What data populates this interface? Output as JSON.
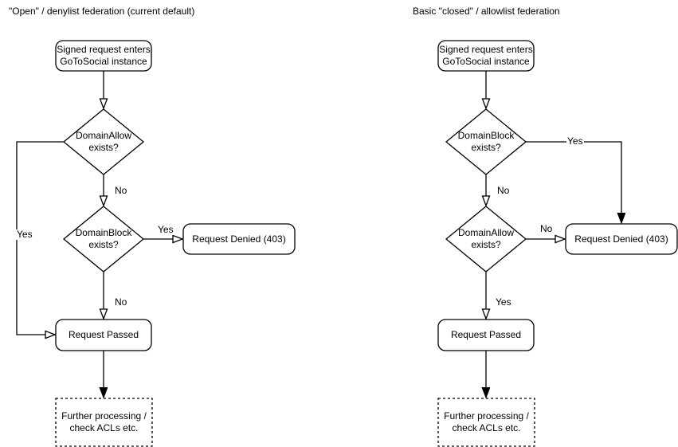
{
  "diagram": {
    "left": {
      "title": "\"Open\" / denylist federation (current default)",
      "start": {
        "line1": "Signed request enters",
        "line2": "GoToSocial instance"
      },
      "decision1": {
        "line1": "DomainAllow",
        "line2": "exists?",
        "yes_label": "Yes",
        "no_label": "No"
      },
      "decision2": {
        "line1": "DomainBlock",
        "line2": "exists?",
        "yes_label": "Yes",
        "no_label": "No"
      },
      "denied_label": "Request Denied (403)",
      "passed_label": "Request Passed",
      "further": {
        "line1": "Further processing /",
        "line2": "check ACLs etc."
      }
    },
    "right": {
      "title": "Basic \"closed\" / allowlist federation",
      "start": {
        "line1": "Signed request enters",
        "line2": "GoToSocial instance"
      },
      "decision1": {
        "line1": "DomainBlock",
        "line2": "exists?",
        "yes_label": "Yes",
        "no_label": "No"
      },
      "decision2": {
        "line1": "DomainAllow",
        "line2": "exists?",
        "yes_label": "Yes",
        "no_label": "No"
      },
      "denied_label": "Request Denied (403)",
      "passed_label": "Request Passed",
      "further": {
        "line1": "Further processing /",
        "line2": "check ACLs etc."
      }
    },
    "colors": {
      "stroke": "#000000",
      "text": "#000000",
      "background": "#ffffff"
    }
  }
}
